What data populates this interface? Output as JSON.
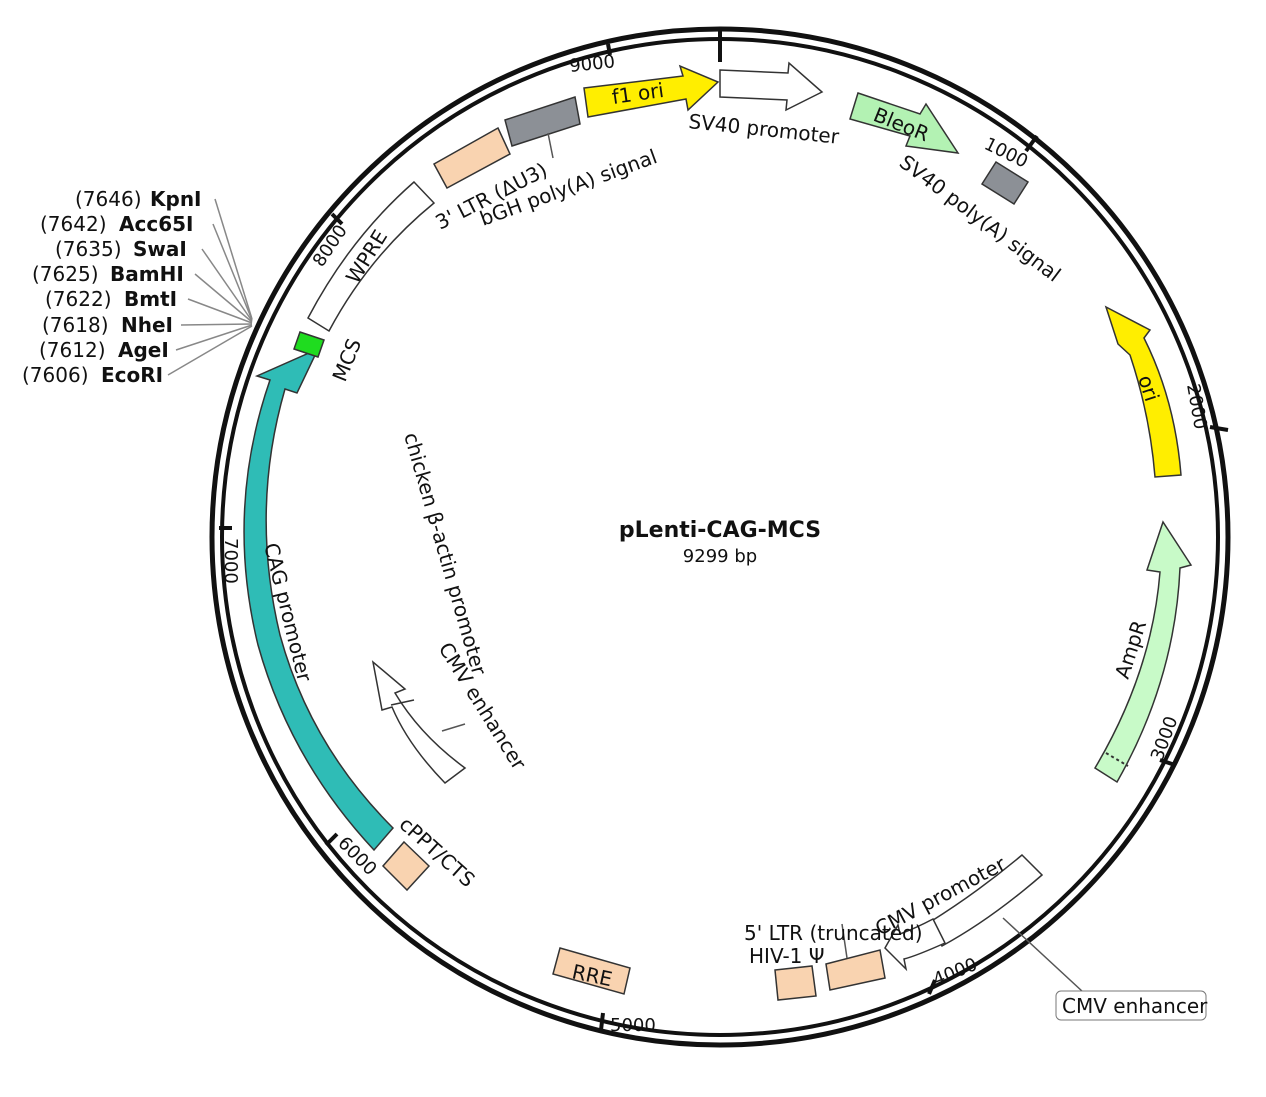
{
  "plasmid": {
    "name": "pLenti-CAG-MCS",
    "size_label": "9299 bp",
    "length_bp": 9299
  },
  "ticks": [
    {
      "bp": 1000,
      "label": "1000"
    },
    {
      "bp": 2000,
      "label": "2000"
    },
    {
      "bp": 3000,
      "label": "3000"
    },
    {
      "bp": 4000,
      "label": "4000"
    },
    {
      "bp": 5000,
      "label": "5000"
    },
    {
      "bp": 6000,
      "label": "6000"
    },
    {
      "bp": 7000,
      "label": "7000"
    },
    {
      "bp": 8000,
      "label": "8000"
    },
    {
      "bp": 9000,
      "label": "9000"
    }
  ],
  "features": [
    {
      "id": "f1-ori",
      "label": "f1 ori",
      "color": "#ffee00"
    },
    {
      "id": "sv40-promoter",
      "label": "SV40 promoter",
      "color": "#ffffff"
    },
    {
      "id": "bleor",
      "label": "BleoR",
      "color": "#b3f2b3"
    },
    {
      "id": "sv40-polya",
      "label": "SV40 poly(A) signal",
      "color": "#8c9096"
    },
    {
      "id": "ori",
      "label": "ori",
      "color": "#ffee00"
    },
    {
      "id": "ampr",
      "label": "AmpR",
      "color": "#c8fac8"
    },
    {
      "id": "cmv-enhancer-outer",
      "label": "CMV enhancer",
      "color": "#ffffff"
    },
    {
      "id": "cmv-promoter",
      "label": "CMV promoter",
      "color": "#ffffff"
    },
    {
      "id": "ltr5",
      "label": "5' LTR (truncated)",
      "color": "#f9d3b0"
    },
    {
      "id": "hiv-psi",
      "label": "HIV-1 Ψ",
      "color": "#f9d3b0"
    },
    {
      "id": "rre",
      "label": "RRE",
      "color": "#f9d3b0"
    },
    {
      "id": "cppt",
      "label": "cPPT/CTS",
      "color": "#f9d3b0"
    },
    {
      "id": "cag-promoter",
      "label": "CAG promoter",
      "color": "#2fbcb6"
    },
    {
      "id": "mcs",
      "label": "MCS",
      "color": "#1fdc1f"
    },
    {
      "id": "wpre",
      "label": "WPRE",
      "color": "#ffffff"
    },
    {
      "id": "ltr3",
      "label": "3' LTR (ΔU3)",
      "color": "#f9d3b0"
    },
    {
      "id": "bgh",
      "label": "bGH poly(A) signal",
      "color": "#8c9096"
    },
    {
      "id": "chicken-actin",
      "label": "chicken β-actin promoter",
      "color": "#ffffff"
    },
    {
      "id": "cmv-enhancer-inner",
      "label": "CMV enhancer",
      "color": "#ffffff"
    }
  ],
  "sites": [
    {
      "pos": "(7646)",
      "name": "KpnI"
    },
    {
      "pos": "(7642)",
      "name": "Acc65I"
    },
    {
      "pos": "(7635)",
      "name": "SwaI"
    },
    {
      "pos": "(7625)",
      "name": "BamHI"
    },
    {
      "pos": "(7622)",
      "name": "BmtI"
    },
    {
      "pos": "(7618)",
      "name": "NheI"
    },
    {
      "pos": "(7612)",
      "name": "AgeI"
    },
    {
      "pos": "(7606)",
      "name": "EcoRI"
    }
  ]
}
